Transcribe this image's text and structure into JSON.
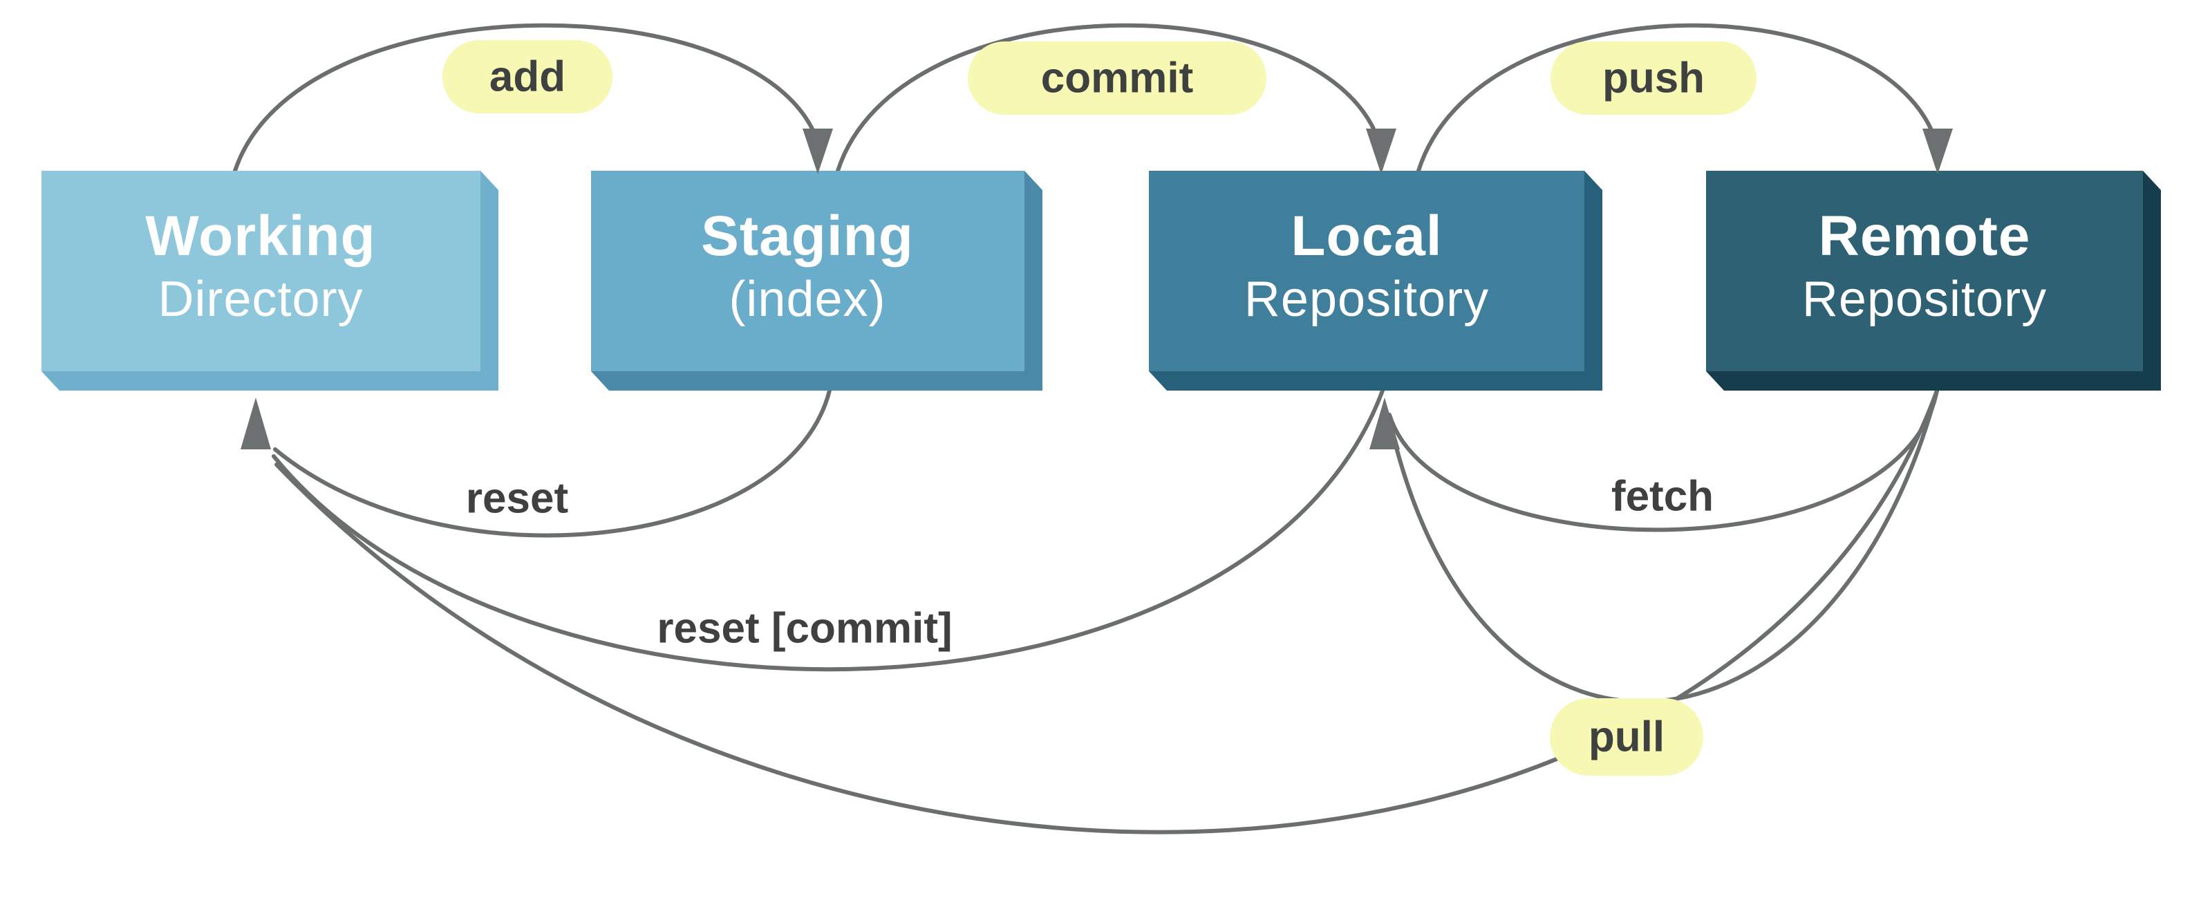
{
  "diagram": {
    "boxes": [
      {
        "id": "working",
        "title": "Working",
        "subtitle": "Directory",
        "face_color": "#8ec7dc",
        "bevel_color": "#6fb0cd"
      },
      {
        "id": "staging",
        "title": "Staging",
        "subtitle": "(index)",
        "face_color": "#6aadca",
        "bevel_color": "#4a8aa8"
      },
      {
        "id": "local",
        "title": "Local",
        "subtitle": "Repository",
        "face_color": "#3f7f9b",
        "bevel_color": "#27607b"
      },
      {
        "id": "remote",
        "title": "Remote",
        "subtitle": "Repository",
        "face_color": "#2f6175",
        "bevel_color": "#153d4d"
      }
    ],
    "commands": [
      {
        "id": "add",
        "label": "add",
        "style": "pill",
        "from": "working",
        "to": "staging"
      },
      {
        "id": "commit",
        "label": "commit",
        "style": "pill",
        "from": "staging",
        "to": "local"
      },
      {
        "id": "push",
        "label": "push",
        "style": "pill",
        "from": "local",
        "to": "remote"
      },
      {
        "id": "reset",
        "label": "reset",
        "style": "plain",
        "from": "staging",
        "to": "working"
      },
      {
        "id": "reset-commit",
        "label": "reset [commit]",
        "style": "plain",
        "from": "local",
        "to": "working"
      },
      {
        "id": "fetch",
        "label": "fetch",
        "style": "plain",
        "from": "remote",
        "to": "local"
      },
      {
        "id": "pull",
        "label": "pull",
        "style": "pill",
        "from": "remote",
        "to": "working"
      }
    ],
    "colors": {
      "background": "#ffffff",
      "line": "#6b6e6e",
      "arrowhead": "#6d7070",
      "pill_bg": "#f6f8b4",
      "label_text": "#3f4040",
      "box_text": "#ffffff"
    }
  }
}
